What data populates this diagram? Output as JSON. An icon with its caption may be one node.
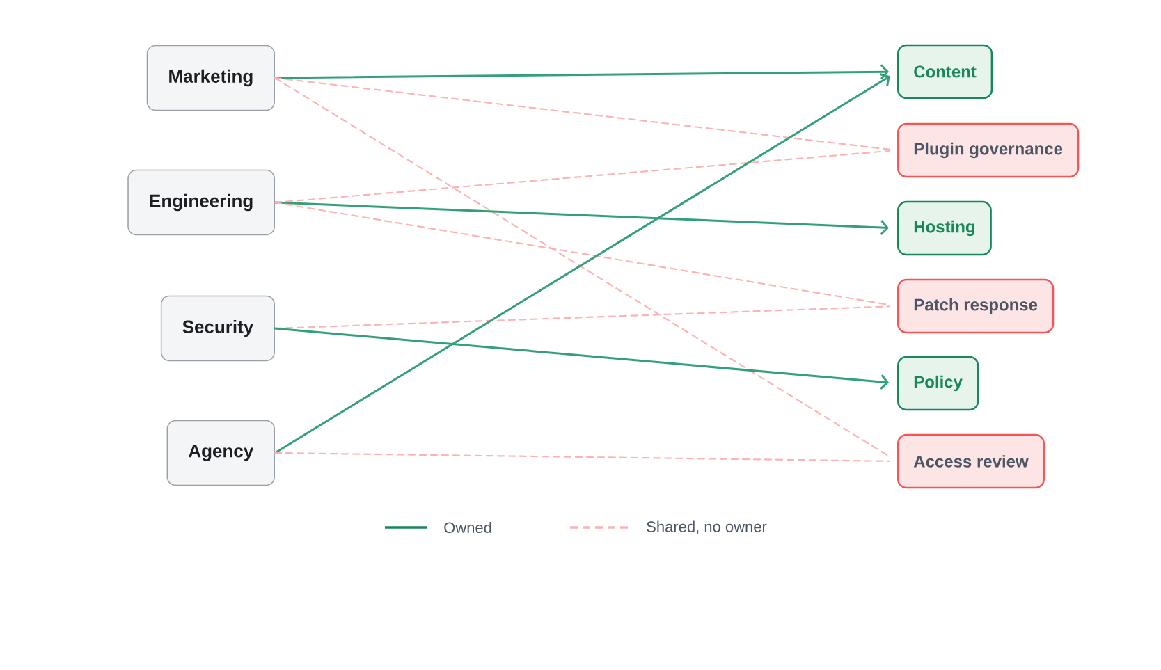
{
  "diagram": {
    "nodes": [
      {
        "text": [
          "Marketing"
        ]
      },
      {
        "text": [
          "Engineering"
        ]
      },
      {
        "text": [
          "Security"
        ]
      },
      {
        "text": [
          "Agency"
        ]
      },
      {
        "text": [
          "Content"
        ]
      },
      {
        "text": [
          "Plugin governance"
        ]
      },
      {
        "text": [
          "Hosting"
        ]
      },
      {
        "text": [
          "Patch response"
        ]
      },
      {
        "text": [
          "Policy"
        ]
      },
      {
        "text": [
          "Access review"
        ]
      }
    ],
    "edges": [
      {
        "from": 0,
        "to": 4,
        "arrow": "to",
        "color": "#33a077"
      },
      {
        "from": 0,
        "to": 5,
        "arrow": "none",
        "style": "dashed"
      },
      {
        "from": 0,
        "to": 9,
        "arrow": "none",
        "style": "dashed"
      },
      {
        "from": 1,
        "to": 5,
        "arrow": "none",
        "style": "dashed"
      },
      {
        "from": 1,
        "to": 6,
        "arrow": "to",
        "color": "#33a077"
      },
      {
        "from": 1,
        "to": 7,
        "arrow": "none",
        "style": "dashed"
      },
      {
        "from": 2,
        "to": 7,
        "arrow": "none",
        "style": "dashed"
      },
      {
        "from": 2,
        "to": 8,
        "arrow": "to",
        "color": "#33a077"
      },
      {
        "from": 3,
        "to": 4,
        "arrow": "to",
        "color": "#33a077"
      },
      {
        "from": 3,
        "to": 9,
        "arrow": "none",
        "style": "dashed"
      }
    ],
    "legend": [
      {
        "text": "Owned"
      },
      {
        "text": "Shared, no owner"
      }
    ]
  }
}
